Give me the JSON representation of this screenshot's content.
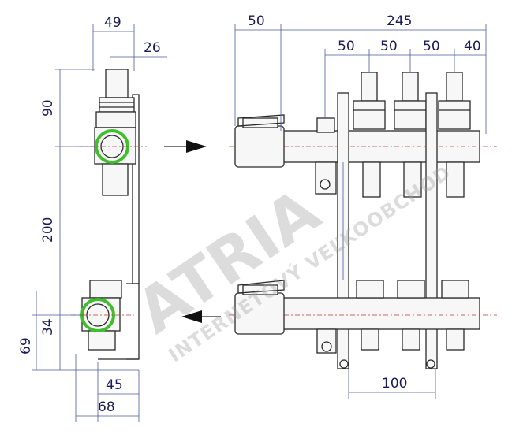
{
  "dimensions": {
    "side_width": "49",
    "side_offset": "26",
    "side_top": "90",
    "side_mid": "200",
    "side_bot_a": "34",
    "side_bot_b": "69",
    "side_base_a": "45",
    "side_base_b": "68",
    "front_valve": "50",
    "front_total": "245",
    "front_pitch_1": "50",
    "front_pitch_2": "50",
    "front_pitch_3": "50",
    "front_end": "40",
    "front_bracket": "100"
  },
  "watermark": {
    "main": "ATRIA",
    "sub": "INTERNETOVÝ VEĽKOOBCHOD"
  },
  "colors": {
    "dimension": "#1a1a5a",
    "highlight": "#3fbf2a",
    "centerline": "#c0392b"
  },
  "icons": [
    "arrow-right-icon",
    "arrow-left-icon"
  ]
}
